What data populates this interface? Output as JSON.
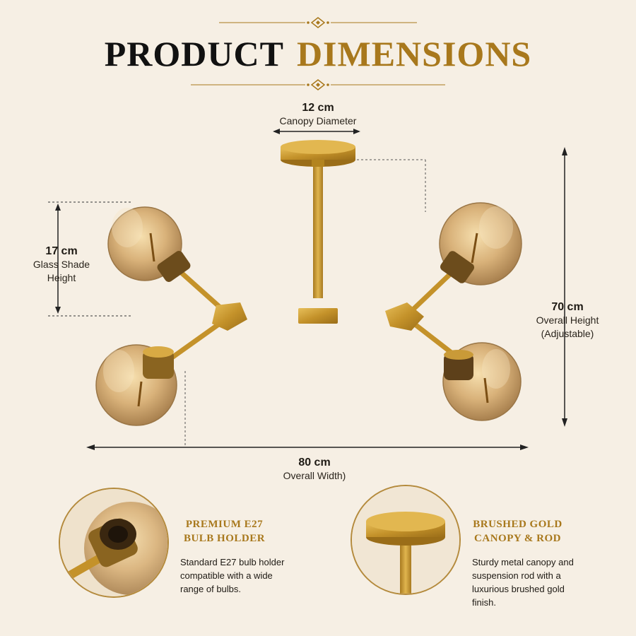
{
  "header": {
    "title_part1": "PRODUCT",
    "title_part2": "DIMENSIONS"
  },
  "dimensions": {
    "canopy": {
      "value": "12 cm",
      "label": "Canopy Diameter"
    },
    "shade": {
      "value": "17 cm",
      "label_line1": "Glass Shade",
      "label_line2": "Height"
    },
    "height": {
      "value": "70 cm",
      "label_line1": "Overall Height",
      "label_line2": "(Adjustable)"
    },
    "width": {
      "value": "80 cm",
      "label": "Overall Width)"
    }
  },
  "features": [
    {
      "title_line1": "PREMIUM E27",
      "title_line2": "BULB HOLDER",
      "desc_lines": [
        "Standard E27 bulb holder",
        "compatible with a wide",
        "range of bulbs."
      ]
    },
    {
      "title_line1": "BRUSHED GOLD",
      "title_line2": "CANOPY & ROD",
      "desc_lines": [
        "Sturdy metal canopy and",
        "suspension rod with a",
        "luxurious brushed gold",
        "finish."
      ]
    }
  ],
  "colors": {
    "background": "#f6efe4",
    "gold_accent": "#a8781c",
    "brass": "#c9982e",
    "amber_glass": "#d8b27a",
    "text": "#1e1a14"
  }
}
